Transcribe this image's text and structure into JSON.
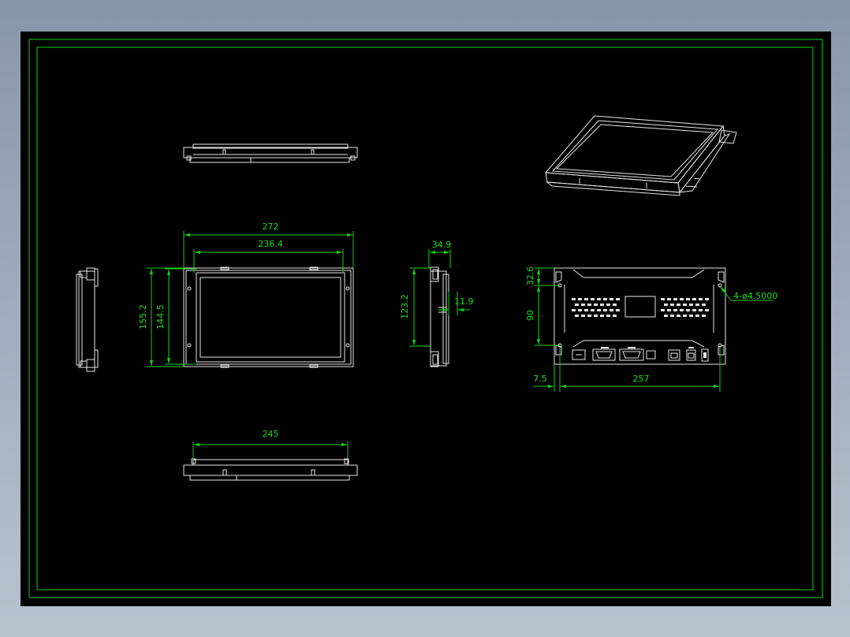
{
  "drawing": {
    "views": {
      "front": {
        "dims": {
          "overall_width": "272",
          "display_width": "236.4",
          "overall_height": "155.2",
          "display_height": "144.5"
        }
      },
      "side": {
        "dims": {
          "depth": "34.9",
          "height": "123.2",
          "offset": "11.9"
        }
      },
      "bottom": {
        "dims": {
          "width": "245"
        }
      },
      "rear": {
        "dims": {
          "top_offset": "32.6",
          "hole_spacing_vertical": "90",
          "edge_offset": "7.5",
          "hole_spacing_horizontal": "257",
          "mounting_holes": "4-ø4.5000"
        }
      }
    },
    "colors": {
      "dimension": "#11d411",
      "geometry": "#e6e6e6",
      "sheet": "#000000",
      "surround": "#8796aa"
    }
  }
}
